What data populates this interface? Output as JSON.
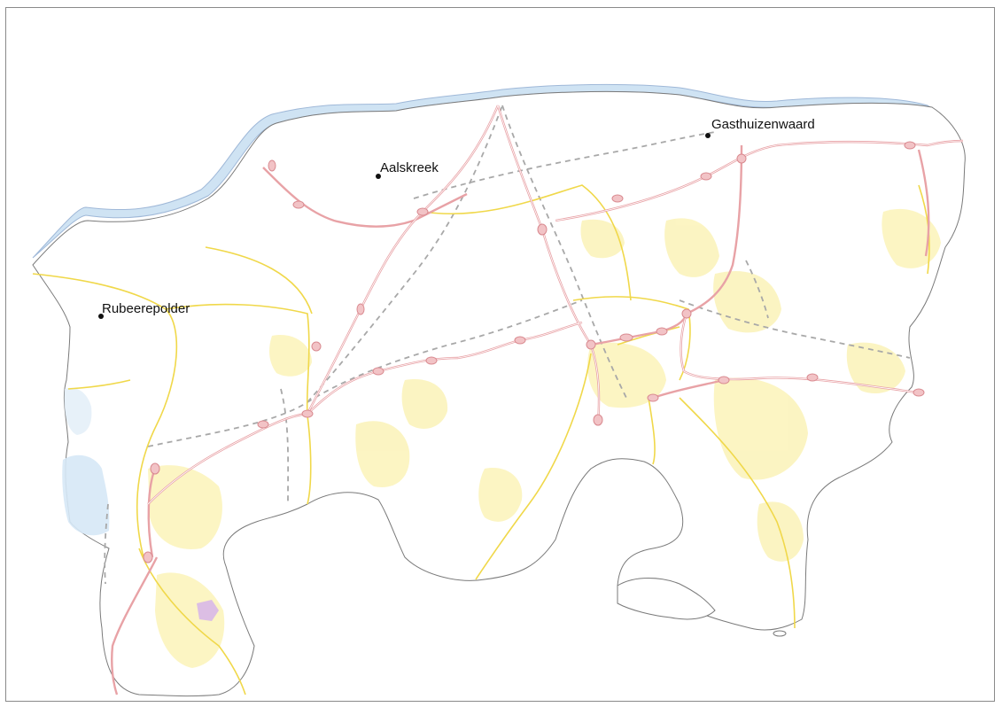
{
  "map": {
    "places": [
      {
        "name": "Gasthuizenwaard"
      },
      {
        "name": "Aalskreek"
      },
      {
        "name": "Rubeerepolder"
      }
    ],
    "colors": {
      "land": "#ffffff",
      "boundary": "#7a7a7a",
      "water": "#cfe3f3",
      "coast": "#9fb8d8",
      "main_road": "#e8a2a6",
      "secondary_road": "#f0d84a",
      "railway": "#a8a8a8",
      "built_area": "#fbf3b8",
      "special_area": "#d8b8e8",
      "label": "#111111"
    }
  }
}
